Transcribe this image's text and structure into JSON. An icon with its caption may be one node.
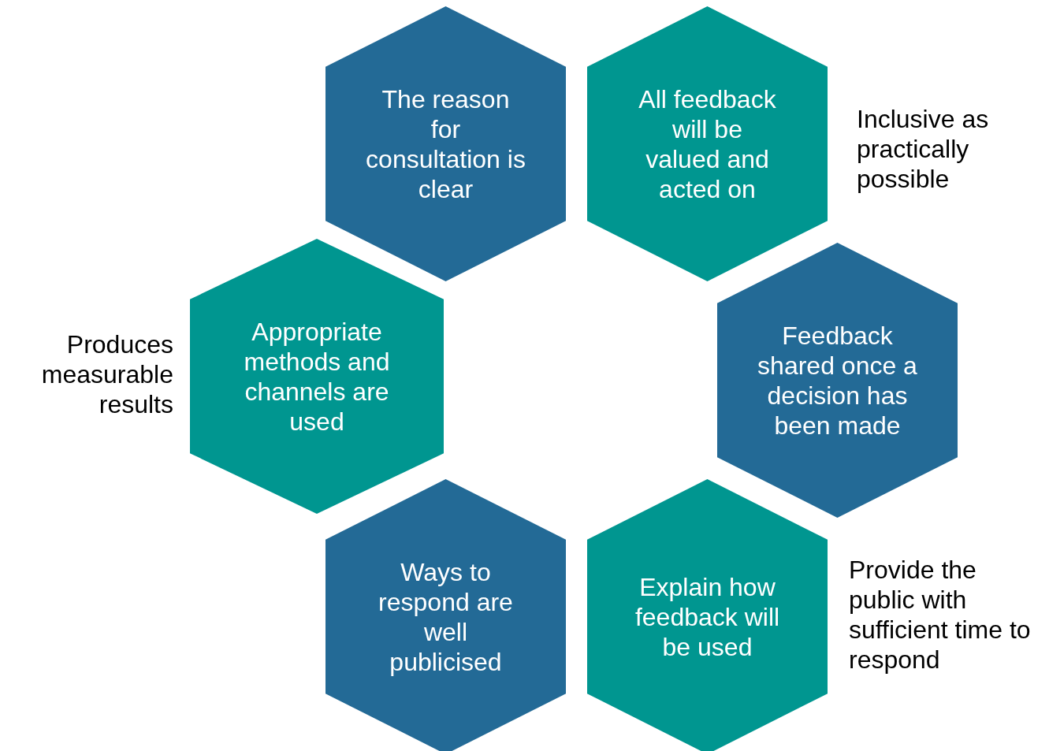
{
  "diagram": {
    "nodes": [
      {
        "text": [
          "The reason for consultation is clear"
        ]
      },
      {
        "text": [
          "All feedback will be valued and acted on"
        ]
      },
      {
        "text": [
          "Appropriate methods and channels are used"
        ]
      },
      {
        "text": [
          "Feedback shared once a decision has been made"
        ]
      },
      {
        "text": [
          "Ways to respond are well publicised"
        ]
      },
      {
        "text": [
          "Explain how feedback will be used"
        ]
      }
    ],
    "edges": [],
    "labels": [
      "Inclusive as practically possible",
      "Produces measurable results",
      "Provide the public with sufficient time to respond"
    ]
  }
}
